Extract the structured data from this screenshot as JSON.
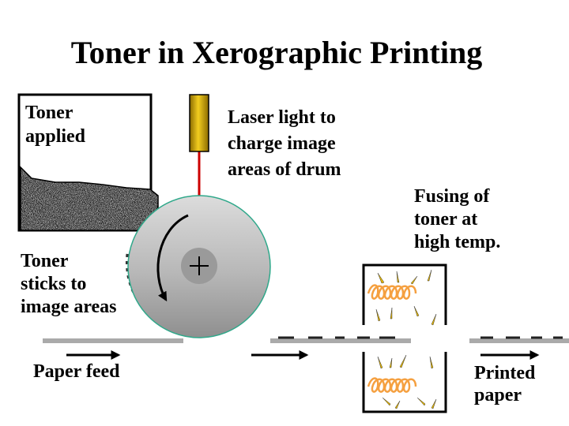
{
  "title": "Toner in Xerographic Printing",
  "labels": {
    "toner_applied": [
      "Toner",
      "applied"
    ],
    "laser": [
      "Laser light to",
      "charge image",
      "areas of drum"
    ],
    "fusing": [
      "Fusing of",
      "toner at",
      "high temp."
    ],
    "toner_sticks": [
      "Toner",
      "sticks to",
      "image areas"
    ],
    "paper_feed": "Paper feed",
    "printed_paper": [
      "Printed",
      "paper"
    ]
  },
  "colors": {
    "laser_body": "#d4a900",
    "laser_beam": "#cc0000",
    "drum_outline": "#2fa88a",
    "toner_fused": "#f5a040",
    "toner_particles": "#e8b800",
    "paper": "#aaaaaa",
    "toner_dots": "#333333"
  },
  "icons": {
    "drum_axle": "plus-icon",
    "rotation": "curved-arrow-icon"
  }
}
